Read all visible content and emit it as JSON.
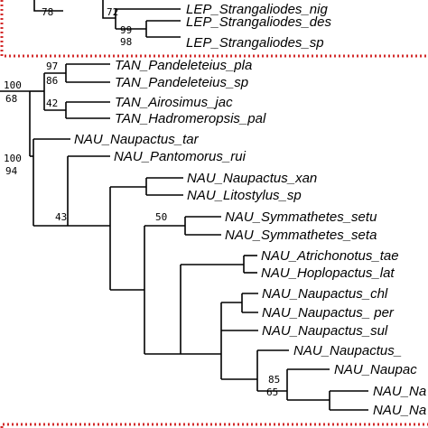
{
  "colors": {
    "frame": "#d32b2b",
    "branch": "#000000",
    "background": "#ffffff"
  },
  "upper_clade": {
    "taxa": [
      "LEP_Strangaliodes_nig",
      "LEP_Strangaliodes_des",
      "LEP_Strangaliodes_sp"
    ],
    "support": [
      "78",
      "72",
      "99",
      "98"
    ]
  },
  "lower_clade": {
    "taxa": [
      "TAN_Pandeleteius_pla",
      "TAN_Pandeleteius_sp",
      "TAN_Airosimus_jac",
      "TAN_Hadromeropsis_pal",
      "NAU_Naupactus_tar",
      "NAU_Pantomorus_rui",
      "NAU_Naupactus_xan",
      "NAU_Litostylus_sp",
      "NAU_Symmathetes_setu",
      "NAU_Symmathetes_seta",
      "NAU_Atrichonotus_tae",
      "NAU_Hoplopactus_lat",
      "NAU_Naupactus_chl",
      "NAU_Naupactus_ per",
      "NAU_Naupactus_sul",
      "NAU_Naupactus_",
      "NAU_Naupac",
      "NAU_Na",
      "NAU_Na"
    ],
    "support": [
      "97",
      "86",
      "100",
      "68",
      "42",
      "100",
      "94",
      "43",
      "50",
      "85",
      "65"
    ]
  }
}
